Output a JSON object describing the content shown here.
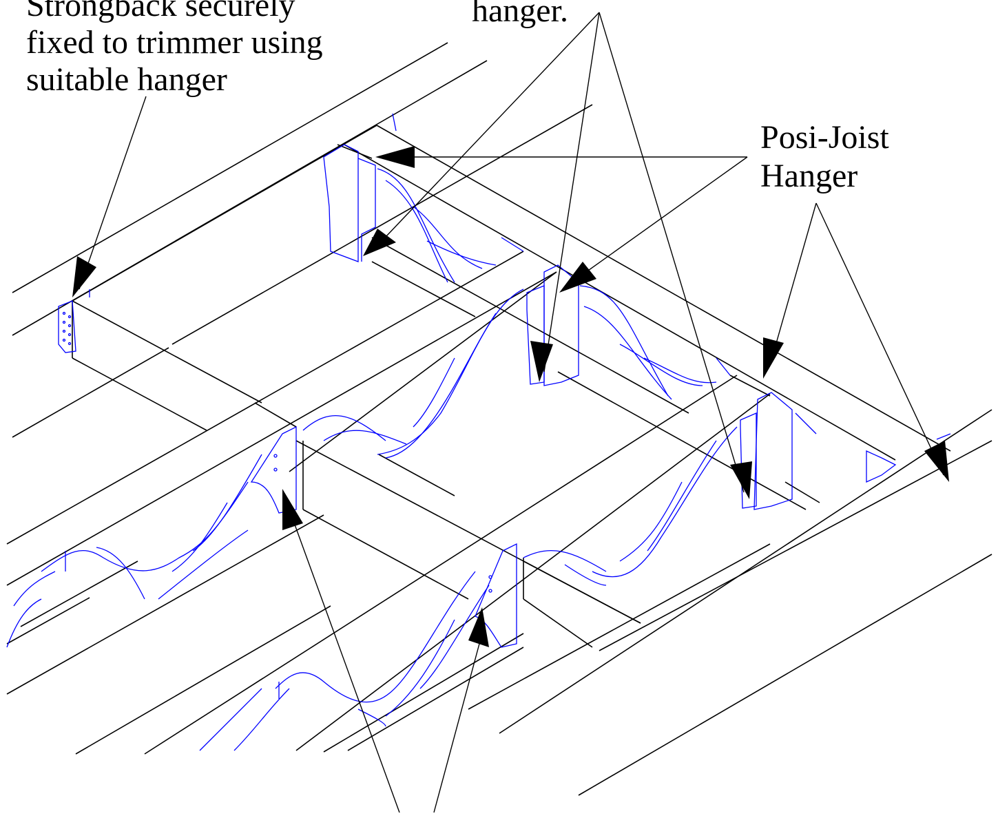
{
  "labels": {
    "strongback_line1": "Strongback securely",
    "strongback_line2": "fixed to trimmer using",
    "strongback_line3": "suitable hanger",
    "top_partial": "hanger.",
    "posi_joist_line1": "Posi-Joist",
    "posi_joist_line2": "Hanger"
  },
  "colors": {
    "timber_lines": "#000000",
    "metal_web_lines": "#0000ff",
    "background": "#ffffff"
  }
}
